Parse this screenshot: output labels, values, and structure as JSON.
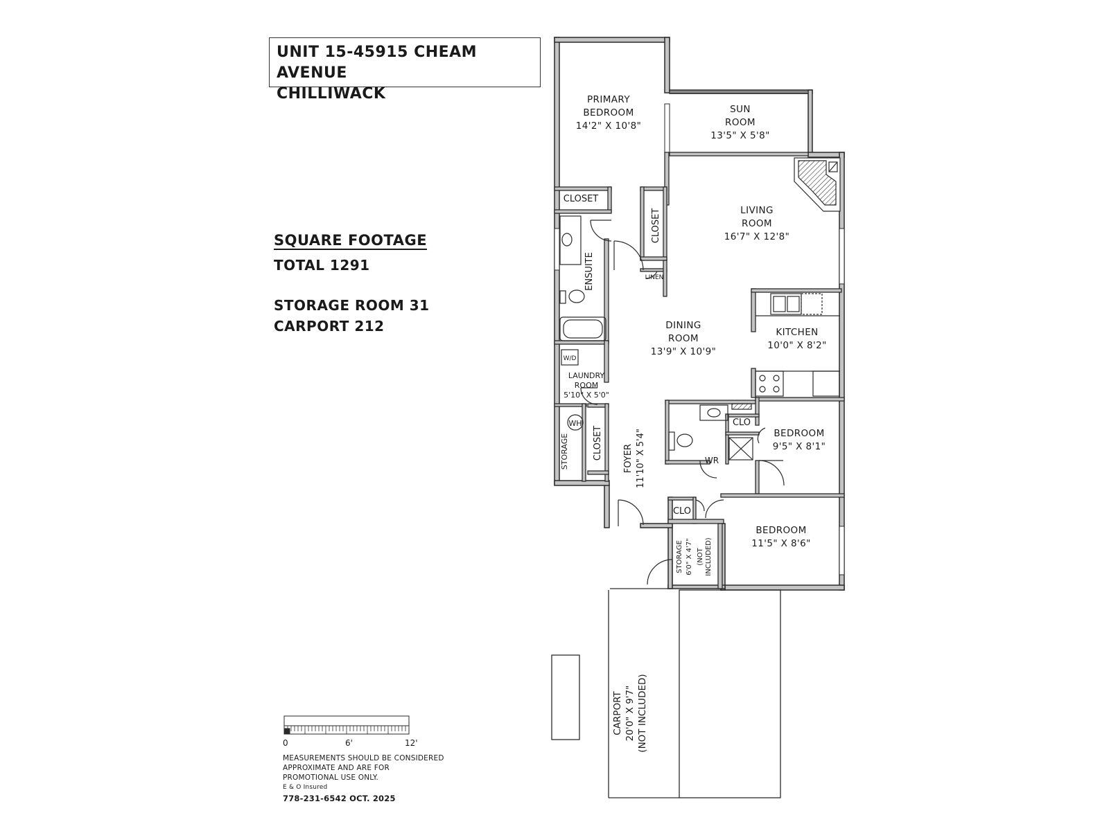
{
  "header": {
    "line1": "UNIT 15-45915 CHEAM AVENUE",
    "line2": "CHILLIWACK"
  },
  "square_footage": {
    "heading": "SQUARE FOOTAGE",
    "total": "TOTAL 1291",
    "storage": "STORAGE ROOM 31",
    "carport": "CARPORT 212"
  },
  "rooms": {
    "primary_bedroom": {
      "name1": "PRIMARY",
      "name2": "BEDROOM",
      "dims": "14'2\" X 10'8\""
    },
    "sun_room": {
      "name1": "SUN",
      "name2": "ROOM",
      "dims": "13'5\" X 5'8\""
    },
    "living_room": {
      "name1": "LIVING",
      "name2": "ROOM",
      "dims": "16'7\" X 12'8\""
    },
    "dining_room": {
      "name1": "DINING",
      "name2": "ROOM",
      "dims": "13'9\" X 10'9\""
    },
    "kitchen": {
      "name": "KITCHEN",
      "dims": "10'0\" X 8'2\""
    },
    "bedroom_2": {
      "name": "BEDROOM",
      "dims": "9'5\" X 8'1\""
    },
    "bedroom_3": {
      "name": "BEDROOM",
      "dims": "11'5\" X 8'6\""
    },
    "laundry": {
      "name1": "LAUNDRY",
      "name2": "ROOM",
      "dims": "5'10\" X 5'0\""
    },
    "foyer": {
      "name": "FOYER",
      "dims": "11'10\" X 5'4\""
    },
    "storage_outside": {
      "name": "STORAGE",
      "dims": "6'0\" X 4'7\"",
      "note1": "(NOT",
      "note2": "INCLUDED)"
    },
    "carport": {
      "name": "CARPORT",
      "dims": "20'0\" X 9'7\"",
      "note": "(NOT INCLUDED)"
    }
  },
  "labels": {
    "closet_primary_top": "CLOSET",
    "closet_primary_side": "CLOSET",
    "linen": "LINEN",
    "ensuite": "ENSUITE",
    "wd": "W/D",
    "wh": "WH",
    "storage_inside": "STORAGE",
    "closet_foyer": "CLOSET",
    "wr": "WR",
    "clo_bedroom": "CLO",
    "clo_hall": "CLO"
  },
  "scale": {
    "labels": [
      "0",
      "6'",
      "12'"
    ]
  },
  "notes": {
    "line1": "MEASUREMENTS SHOULD BE CONSIDERED",
    "line2": "APPROXIMATE AND ARE FOR",
    "line3": "PROMOTIONAL USE ONLY.",
    "line4": "E & O Insured",
    "line5": "778-231-6542  OCT. 2025"
  },
  "colors": {
    "wall": "#2a2a2a",
    "wall_fill": "#b8b8b8",
    "text": "#1a1a1a"
  }
}
